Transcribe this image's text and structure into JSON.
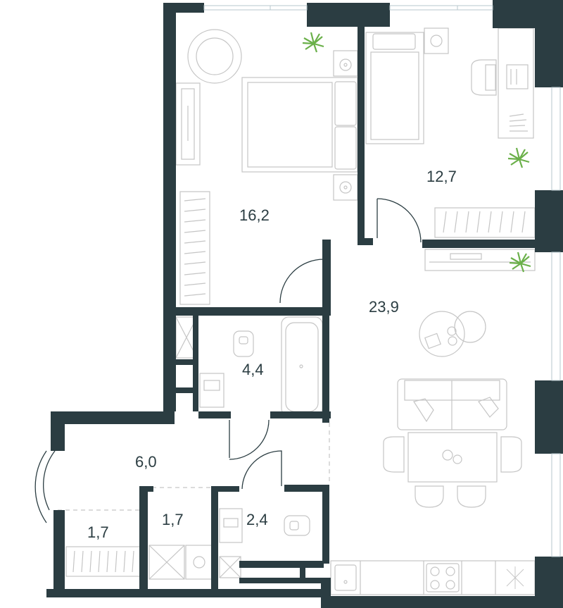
{
  "colors": {
    "wall": "#2b3d42",
    "line": "#c5c5c5",
    "label": "#2b3d42",
    "plant": "#6bb04a"
  },
  "rooms": [
    {
      "id": "bedroom-large",
      "area": "16,2"
    },
    {
      "id": "bedroom-small",
      "area": "12,7"
    },
    {
      "id": "living-kitchen",
      "area": "23,9"
    },
    {
      "id": "bathroom",
      "area": "4,4"
    },
    {
      "id": "hallway",
      "area": "6,0"
    },
    {
      "id": "balcony",
      "area": "1,7"
    },
    {
      "id": "storage",
      "area": "1,7"
    },
    {
      "id": "toilet",
      "area": "2,4"
    }
  ],
  "icons": [
    "armchair-icon",
    "bed-icon",
    "plant-icon",
    "nightstand-icon",
    "wardrobe-icon",
    "desk-icon",
    "office-chair-icon",
    "sofa-icon",
    "dining-table-icon",
    "coffee-table-icon",
    "bathtub-icon",
    "toilet-icon",
    "sink-icon",
    "stove-icon",
    "washing-machine-icon",
    "tv-stand-icon",
    "door-swing-icon"
  ]
}
